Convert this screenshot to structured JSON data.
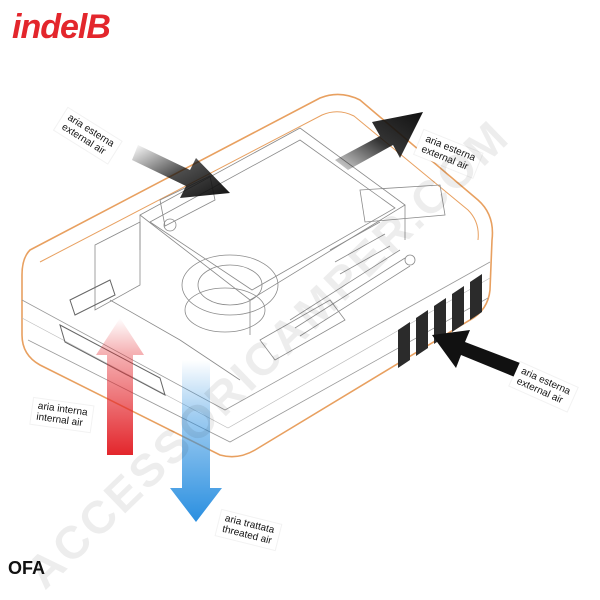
{
  "brand": {
    "logo_text": "indelB",
    "logo_color": "#e3262c"
  },
  "labels": {
    "external_top_left": {
      "it": "aria esterna",
      "en": "external air"
    },
    "external_top_right": {
      "it": "aria esterna",
      "en": "external air"
    },
    "external_right": {
      "it": "aria esterna",
      "en": "external air"
    },
    "internal": {
      "it": "aria interna",
      "en": "internal air"
    },
    "treated": {
      "it": "aria trattata",
      "en": "threated air"
    }
  },
  "arrows": {
    "external_color": "#111111",
    "internal_color": "#e3262c",
    "treated_color": "#2a8fe0"
  },
  "watermark": "ACCESSORICAMPER.COM",
  "corner_mark": "OFA",
  "outline_color": "#e8a060"
}
